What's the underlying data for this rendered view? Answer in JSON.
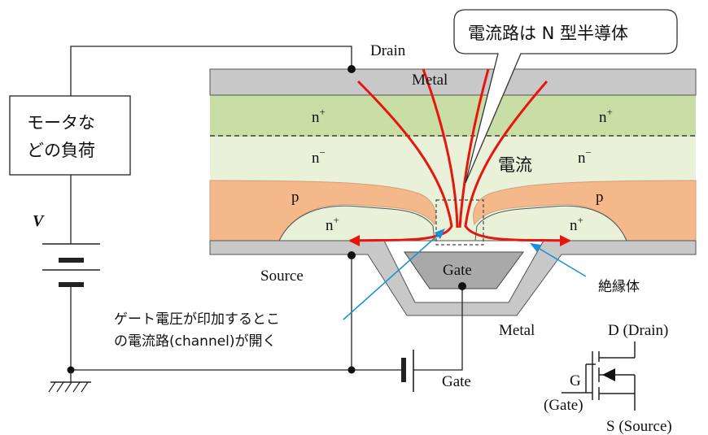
{
  "labels": {
    "drain": "Drain",
    "metal_top": "Metal",
    "n_plus_left": "n",
    "n_plus_right": "n",
    "n_minus_left": "n",
    "n_minus_right": "n",
    "p_left": "p",
    "p_right": "p",
    "n_plus_small_left": "n",
    "n_plus_small_right": "n",
    "plus_sup": "+",
    "minus_sup": "−",
    "current": "電流",
    "source": "Source",
    "gate_block": "Gate",
    "metal_bottom": "Metal",
    "gate_wire": "Gate",
    "insulator": "絶縁体",
    "callout": "電流路は N 型半導体",
    "load_line1": "モータな",
    "load_line2": "どの負荷",
    "voltage": "V",
    "annotation_line1": "ゲート電圧が印加するとこ",
    "annotation_line2": "の電流路(channel)が開く",
    "sym_drain": "D (Drain)",
    "sym_gate": "G",
    "sym_gate_paren": "(Gate)",
    "sym_source": "S (Source)"
  },
  "colors": {
    "metal": "#c8c8c8",
    "n_plus": "#c9dea5",
    "n_minus": "#e9f1d9",
    "p": "#f5b88a",
    "current": "#e8150e",
    "pointer": "#1a90d8"
  }
}
